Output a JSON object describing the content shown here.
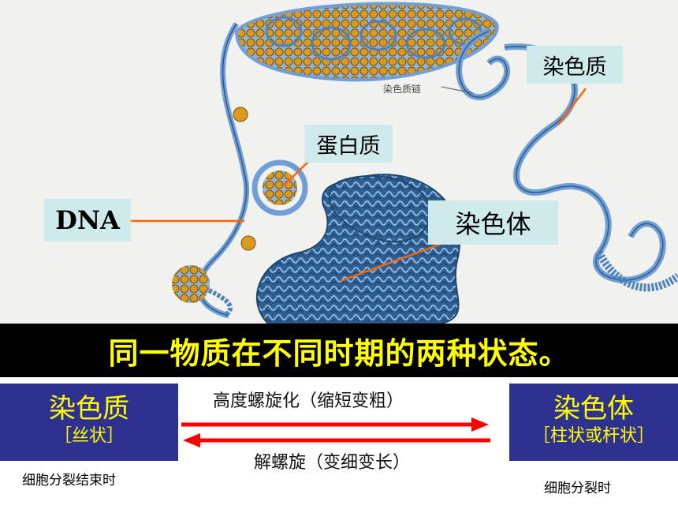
{
  "diagram": {
    "labels": {
      "chromatin": "染色质",
      "protein": "蛋白质",
      "dna": "DNA",
      "chromosome": "染色体",
      "chromatin_chain": "染色质链"
    },
    "banner": "同一物质在不同时期的两种状态。",
    "left_state": {
      "name": "染色质",
      "form": "［丝状］",
      "time": "细胞分裂结束时"
    },
    "right_state": {
      "name": "染色体",
      "form": "［柱状或杆状］",
      "time": "细胞分裂时"
    },
    "arrow_forward": "高度螺旋化（缩短变粗）",
    "arrow_backward": "解螺旋（变细变长）",
    "colors": {
      "banner_bg": "#000000",
      "banner_text": "#ffff00",
      "state_box": "#2f3191",
      "arrow": "#ff0000",
      "pointer": "#ff6600",
      "fiber": "#6f9fd6",
      "nucleosome": "#d99a1e",
      "label_bg": "#cfeaea"
    }
  }
}
